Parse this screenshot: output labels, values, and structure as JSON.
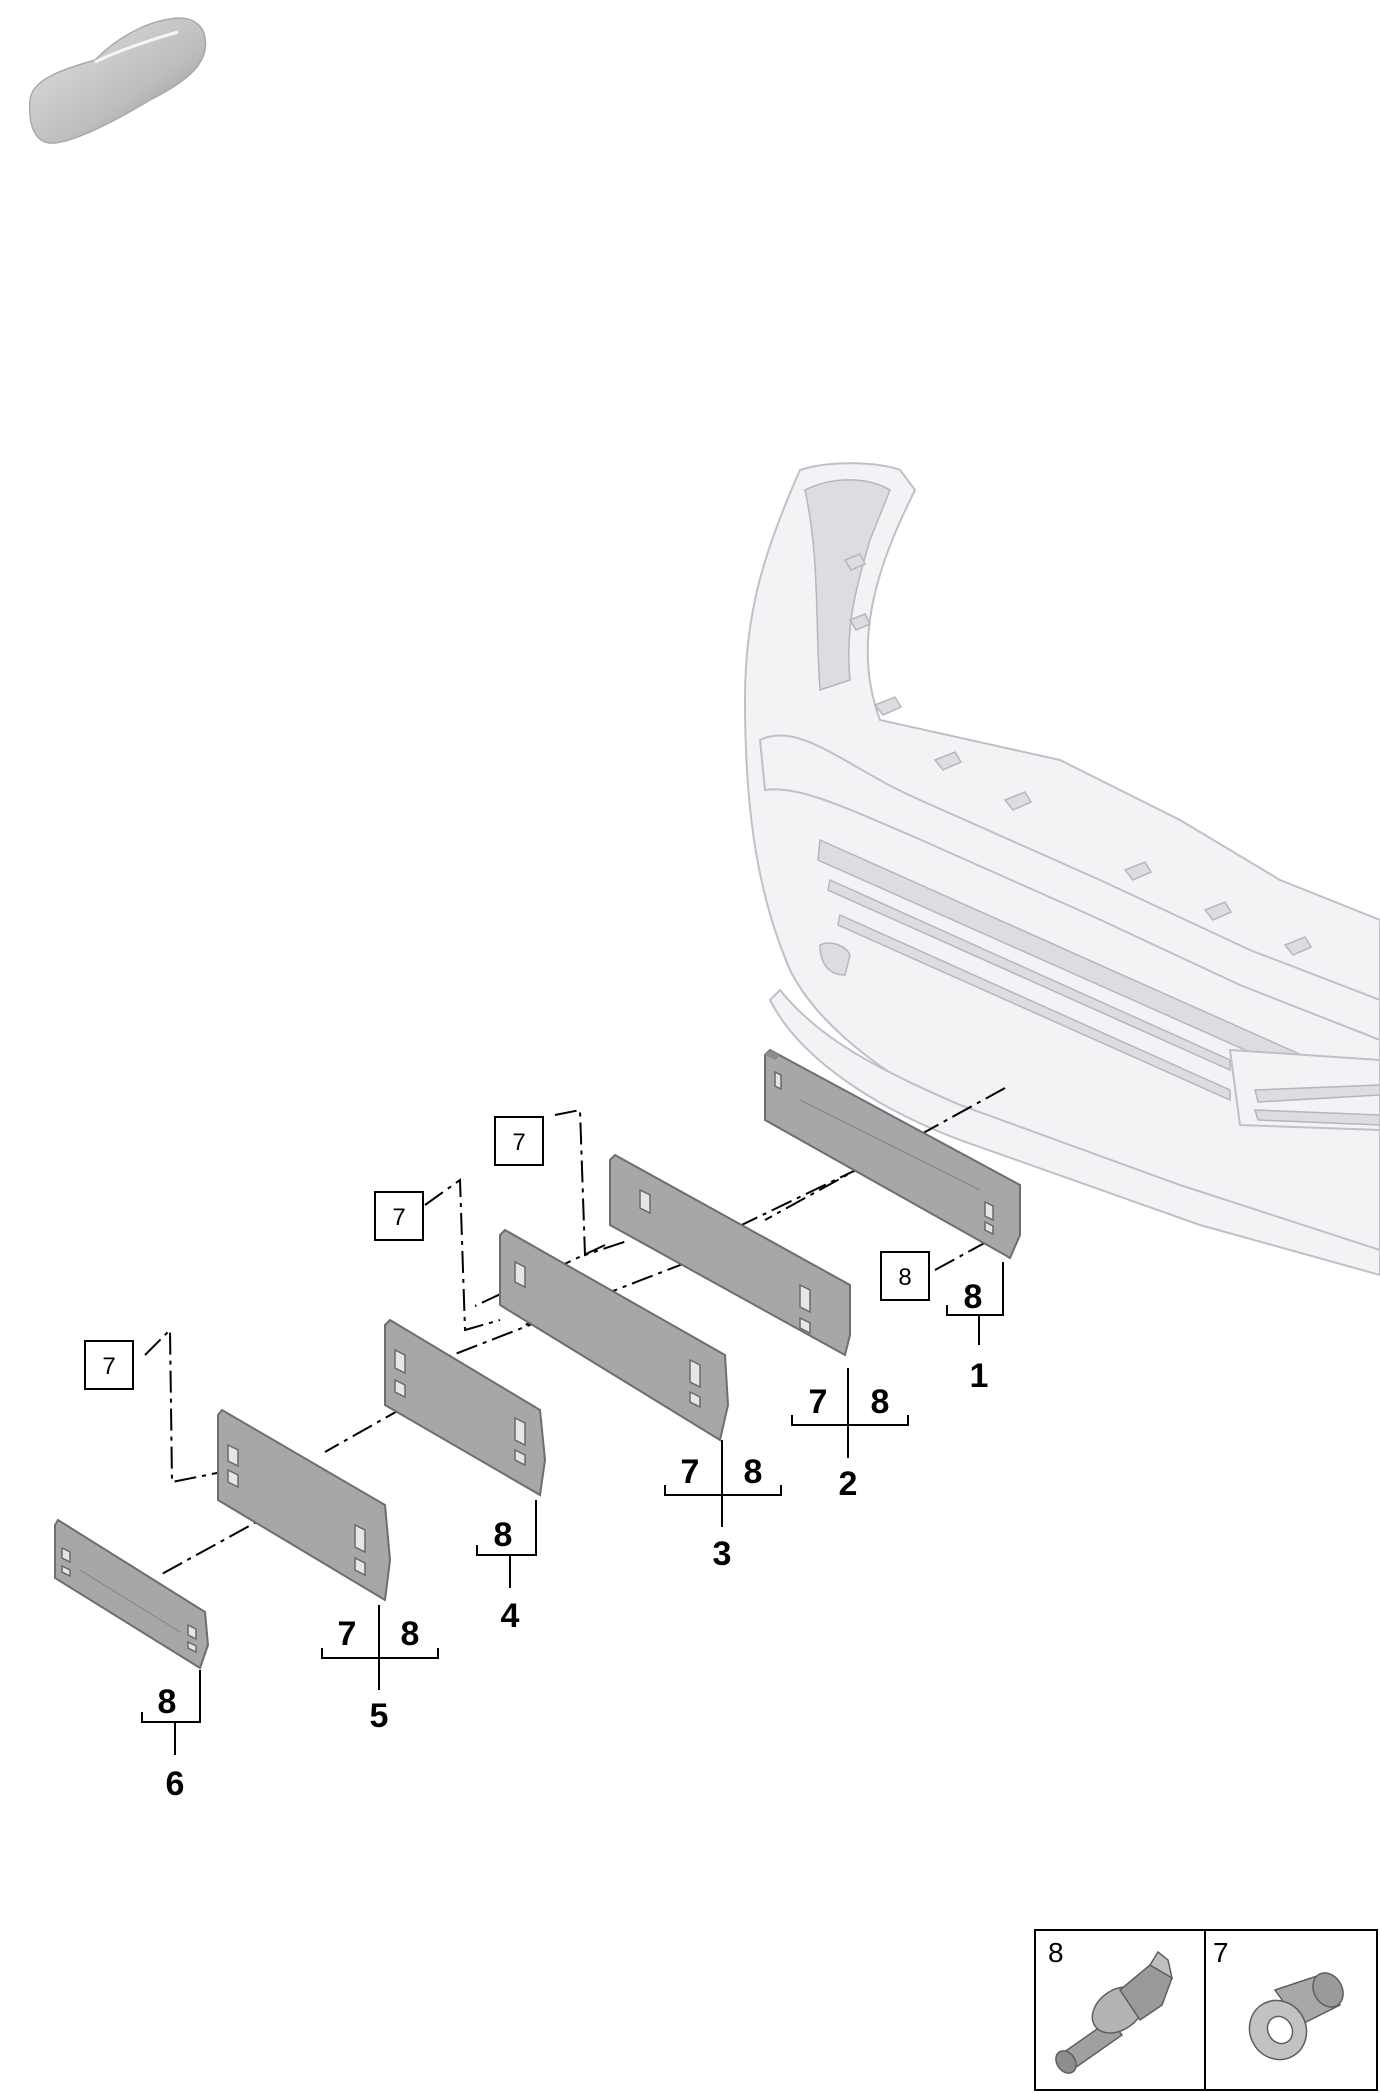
{
  "callouts": {
    "part1": "1",
    "part2": "2",
    "part3": "3",
    "part4": "4",
    "part5": "5",
    "part6": "6",
    "sub7": "7",
    "sub8": "8"
  },
  "boxed_refs": {
    "box_a": "7",
    "box_b": "7",
    "box_c": "7",
    "box_d": "8"
  },
  "legend": {
    "item_8_label": "8",
    "item_7_label": "7"
  }
}
